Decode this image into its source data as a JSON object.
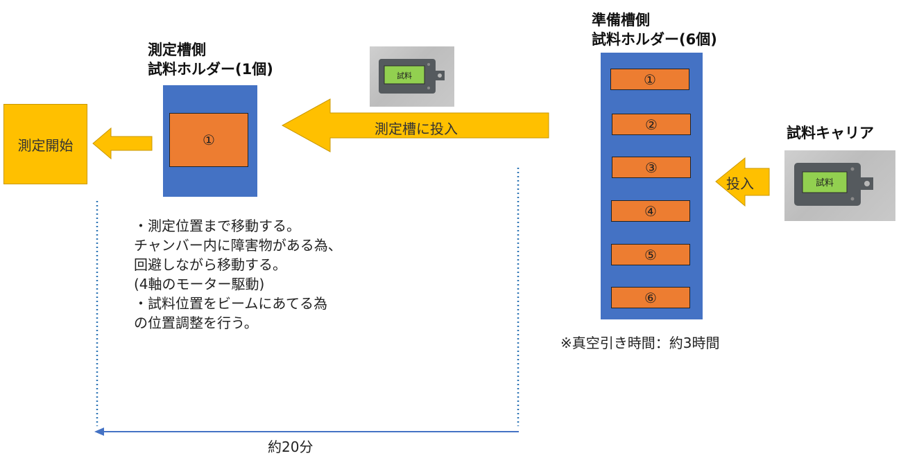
{
  "measurement_holder": {
    "title_line1": "測定槽側",
    "title_line2": "試料ホルダー(1個)",
    "slot_label": "①"
  },
  "prep_holder": {
    "title_line1": "準備槽側",
    "title_line2": "試料ホルダー(6個)",
    "slots": [
      "①",
      "②",
      "③",
      "④",
      "⑤",
      "⑥"
    ],
    "note": "※真空引き時間：約3時間"
  },
  "sample_carrier": {
    "title": "試料キャリア",
    "chip_label": "試料"
  },
  "start_box": {
    "label": "測定開始"
  },
  "arrows": {
    "to_measurement": "測定槽に投入",
    "insert": "投入"
  },
  "description_lines": [
    "・測定位置まで移動する。",
    "チャンバー内に障害物がある為、",
    "回避しながら移動する。",
    "(4軸のモーター駆動)",
    "・試料位置をビームにあてる為",
    "の位置調整を行う。"
  ],
  "duration": {
    "label": "約20分"
  },
  "colors": {
    "holder_blue": "#4472c4",
    "slot_orange": "#ed7d31",
    "arrow_yellow": "#ffc000",
    "chip_green": "#92d050",
    "dotted_line": "#2e75b6"
  }
}
